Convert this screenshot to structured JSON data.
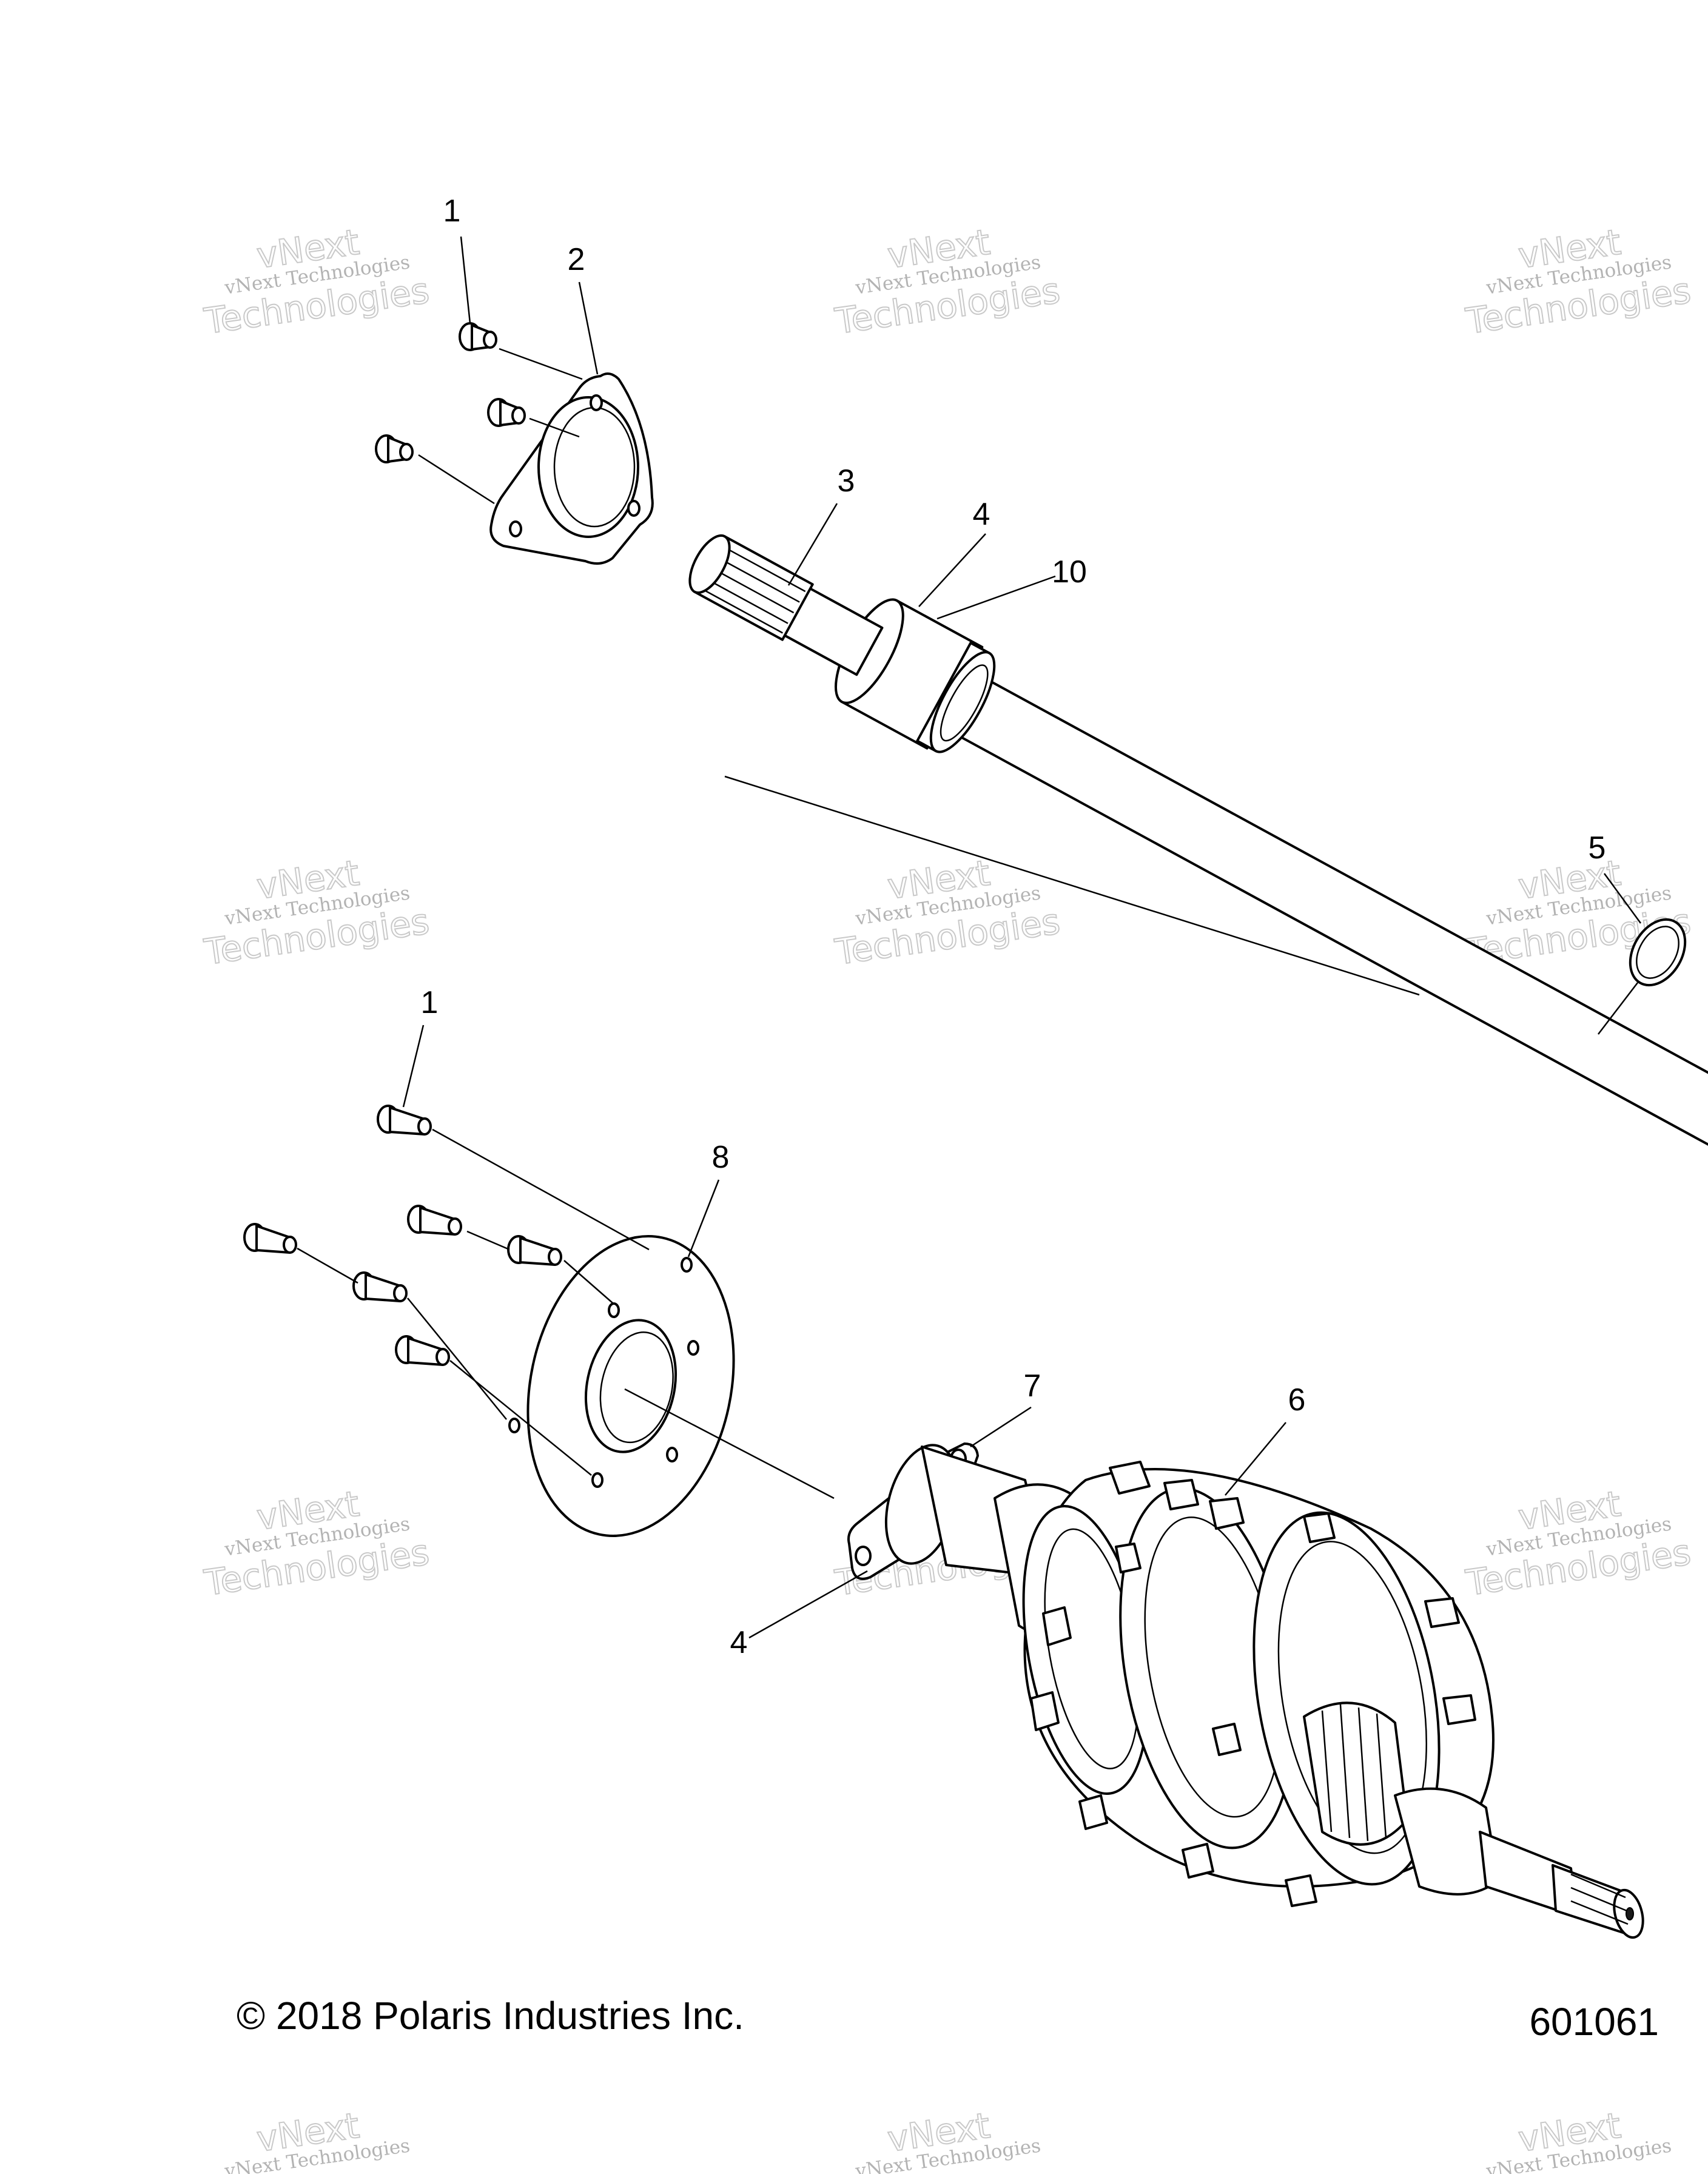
{
  "callouts": {
    "c1_top": "1",
    "c2": "2",
    "c3": "3",
    "c4_top": "4",
    "c10": "10",
    "c5": "5",
    "c1_bottom": "1",
    "c8": "8",
    "c7": "7",
    "c6": "6",
    "c4_bottom": "4"
  },
  "footer": {
    "copyright": "© 2018 Polaris Industries Inc.",
    "figure_number": "601061"
  },
  "watermark": {
    "line_small": "vNext Technologies",
    "line_big_top": "vNext",
    "line_big_bottom": "Technologies"
  },
  "colors": {
    "ink": "#000000",
    "watermark": "#9a9a9a",
    "background": "#ffffff"
  }
}
